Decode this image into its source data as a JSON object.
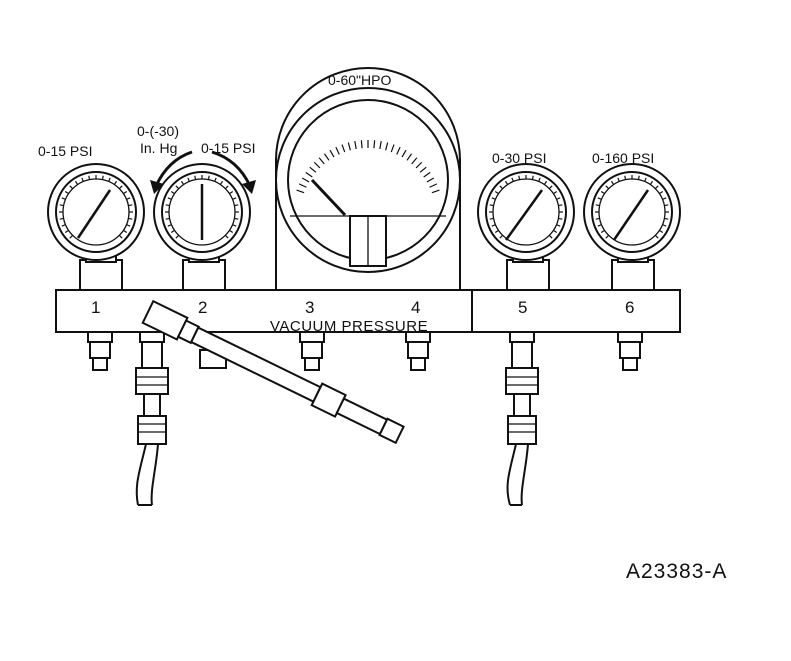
{
  "big_gauge": {
    "label": "0-60\"HPO"
  },
  "gauges": [
    {
      "label": "0-15 PSI",
      "number": "1"
    },
    {
      "label": "0-15 PSI",
      "number": "2"
    },
    {
      "label": "0-30 PSI",
      "number": "5"
    },
    {
      "label": "0-160 PSI",
      "number": "6"
    }
  ],
  "vacuum_label": {
    "line1": "0-(-30)",
    "line2": "In. Hg"
  },
  "manifold": {
    "port_3": "3",
    "port_4": "4",
    "caption": "VACUUM PRESSURE"
  },
  "figure_id": "A23383-A"
}
